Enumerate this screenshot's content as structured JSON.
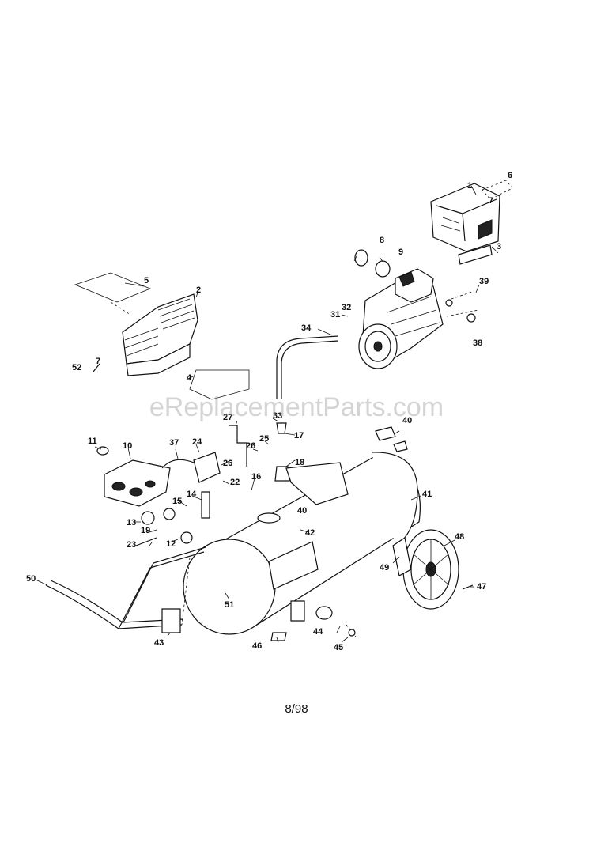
{
  "watermark": "eReplacementParts.com",
  "footer_date": "8/98",
  "callouts": [
    "1",
    "2",
    "3",
    "4",
    "5",
    "6",
    "7",
    "8",
    "9",
    "10",
    "11",
    "12",
    "13",
    "14",
    "15",
    "16",
    "17",
    "18",
    "19",
    "22",
    "23",
    "24",
    "25",
    "26",
    "26",
    "27",
    "31",
    "32",
    "33",
    "34",
    "37",
    "38",
    "39",
    "40",
    "40",
    "41",
    "42",
    "43",
    "44",
    "45",
    "46",
    "47",
    "48",
    "49",
    "50",
    "51",
    "52",
    "7"
  ]
}
